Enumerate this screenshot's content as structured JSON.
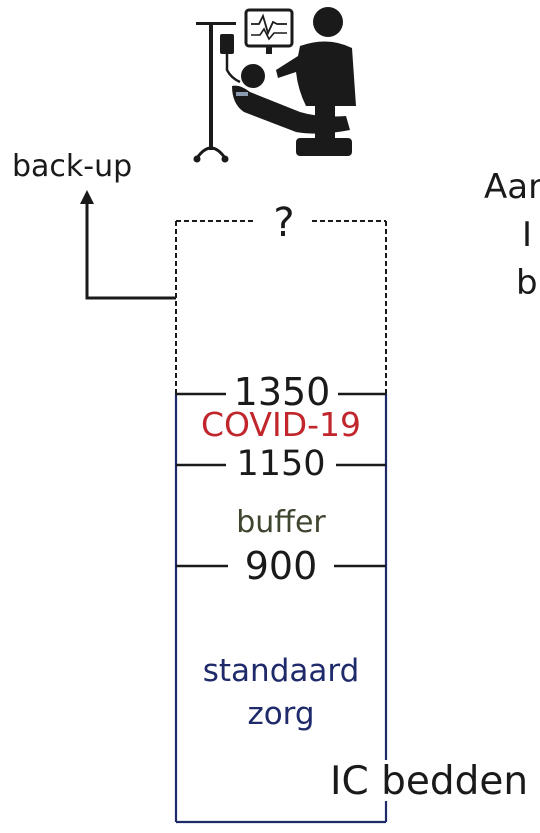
{
  "labels": {
    "backup": "back-up",
    "question": "?",
    "level_top": "1350",
    "covid": "COVID-19",
    "level_mid": "1150",
    "buffer": "buffer",
    "level_base": "900",
    "standard_line1": "standaard",
    "standard_line2": "zorg",
    "ic_beds": "IC bedden",
    "cut_text_1": "Aan",
    "cut_text_2": "I",
    "cut_text_3": "b"
  },
  "icons": {
    "icu_patient": "icu-patient-icon",
    "iv_drip": "iv-drip-icon",
    "heart_monitor": "heart-monitor-icon",
    "doctor": "doctor-icon"
  },
  "colors": {
    "covid": "#c0262b",
    "buffer": "#3f4630",
    "standard": "#1f2a6b",
    "line": "#1a1a1a",
    "box_standard": "#1f2a6b"
  }
}
